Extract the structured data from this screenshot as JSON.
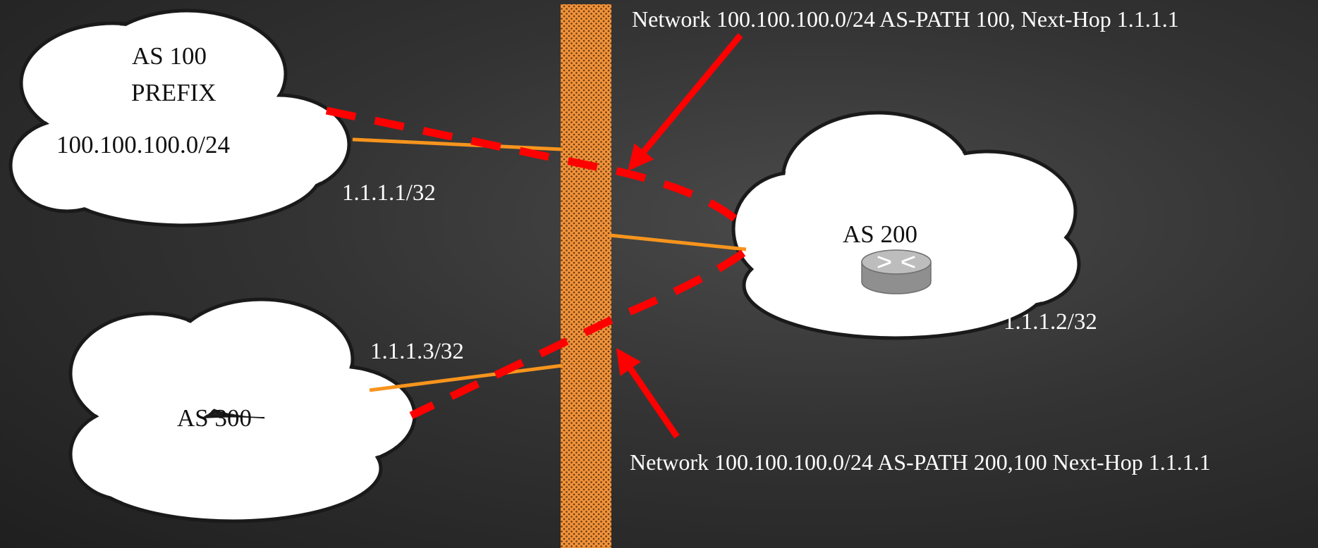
{
  "as100": {
    "title": "AS 100",
    "prefix_label": "PREFIX",
    "prefix": "100.100.100.0/24",
    "address": "1.1.1.1/32"
  },
  "as200": {
    "title": "AS 200",
    "address": "1.1.1.2/32",
    "device_icon": "router-icon"
  },
  "as300": {
    "title": "AS 300",
    "address": "1.1.1.3/32"
  },
  "annotations": {
    "top": "Network 100.100.100.0/24 AS-PATH 100, Next-Hop 1.1.1.1",
    "bottom": "Network 100.100.100.0/24 AS-PATH 200,100  Next-Hop 1.1.1.1"
  },
  "colors": {
    "background": "#333333",
    "exchange_fabric": "#f0923a",
    "link": "#f7941d",
    "advertisement_path": "#ff0000",
    "cloud_fill": "#ffffff",
    "cloud_outline": "#1a1a1a"
  }
}
